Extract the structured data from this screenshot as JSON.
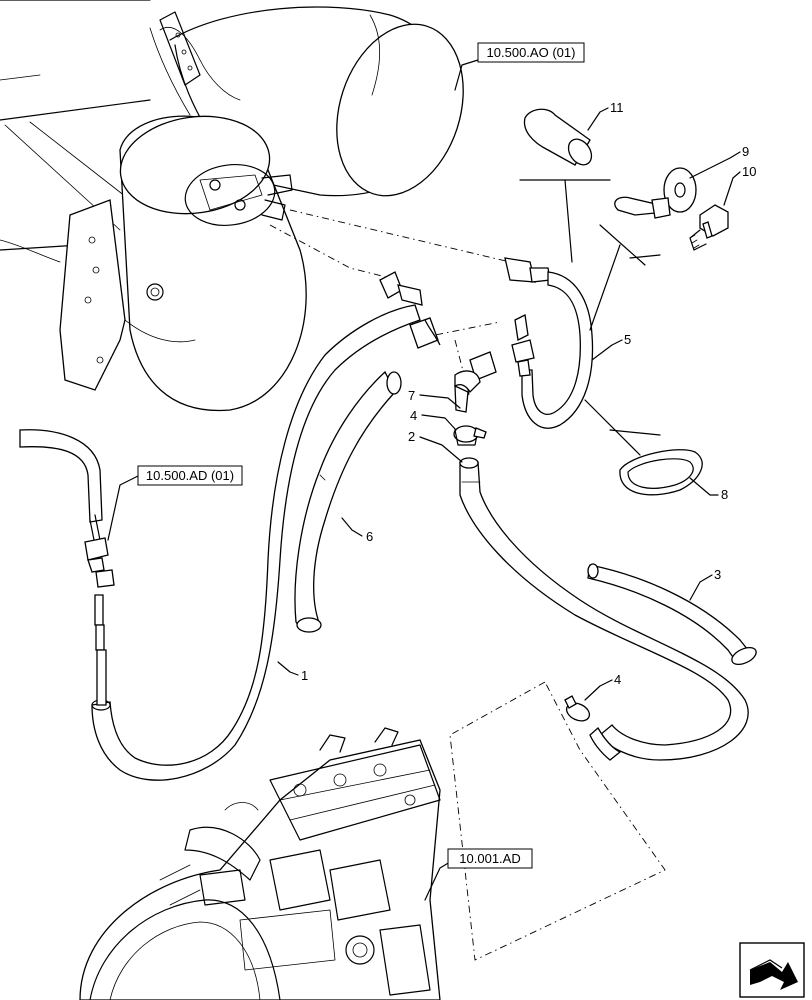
{
  "references": {
    "top": "10.500.AO (01)",
    "left": "10.500.AD (01)",
    "bottom": "10.001.AD"
  },
  "callouts": {
    "c1": "1",
    "c2": "2",
    "c3": "3",
    "c4a": "4",
    "c4b": "4",
    "c5": "5",
    "c6": "6",
    "c7": "7",
    "c8": "8",
    "c9": "9",
    "c10": "10",
    "c11": "11"
  },
  "icons": {
    "nav": "forward-arrow-icon"
  }
}
